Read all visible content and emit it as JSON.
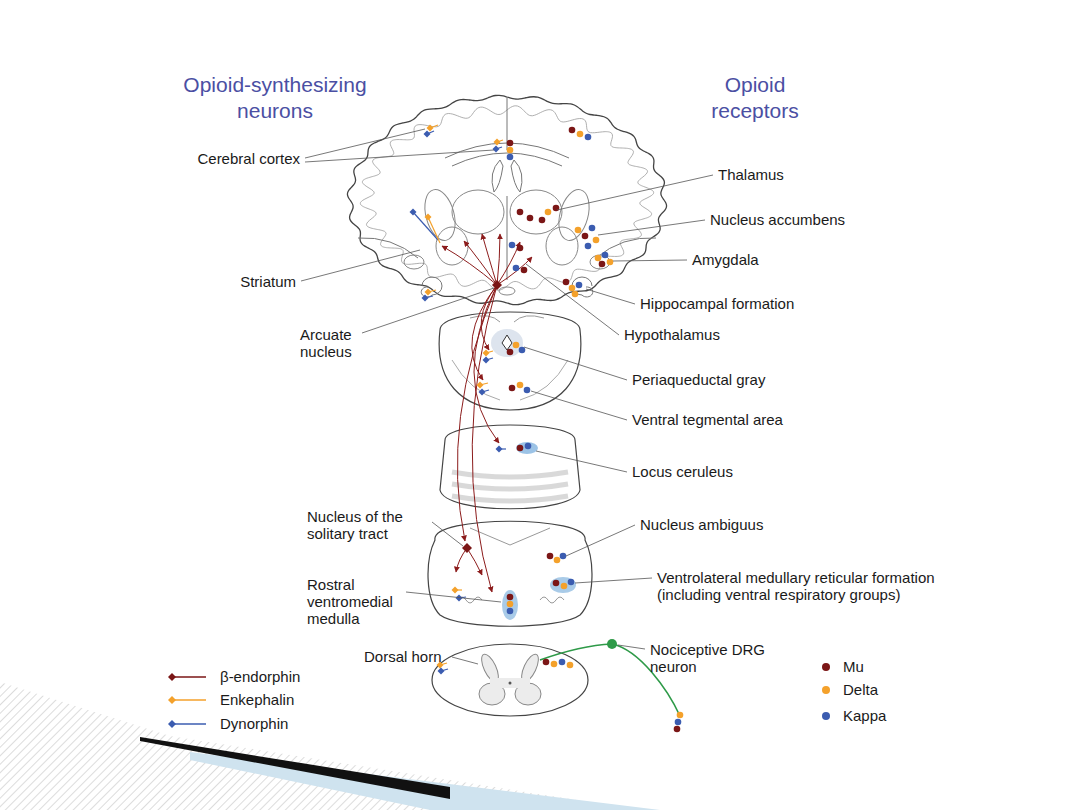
{
  "diagram": {
    "labels": [
      "Opioid-synthesizing neurons",
      "Opioid receptors",
      "Cerebral cortex",
      "Thalamus",
      "Nucleus accumbens",
      "Amygdala",
      "Striatum",
      "Hippocampal formation",
      "Arcuate nucleus",
      "Hypothalamus",
      "Periaqueductal gray",
      "Ventral tegmental area",
      "Locus ceruleus",
      "Nucleus of the solitary tract",
      "Nucleus ambiguus",
      "Ventrolateral medullary reticular formation (including ventral respiratory groups)",
      "Rostral ventromedial medulla",
      "Dorsal horn",
      "Nociceptive DRG neuron"
    ],
    "legend": [
      {
        "text": "β-endorphin"
      },
      {
        "text": "Enkephalin"
      },
      {
        "text": "Dynorphin"
      },
      {
        "text": "Mu",
        "color": "#7b1616"
      },
      {
        "text": "Delta",
        "color": "#f4a12b"
      },
      {
        "text": "Kappa",
        "color": "#3b5cb0"
      }
    ]
  }
}
